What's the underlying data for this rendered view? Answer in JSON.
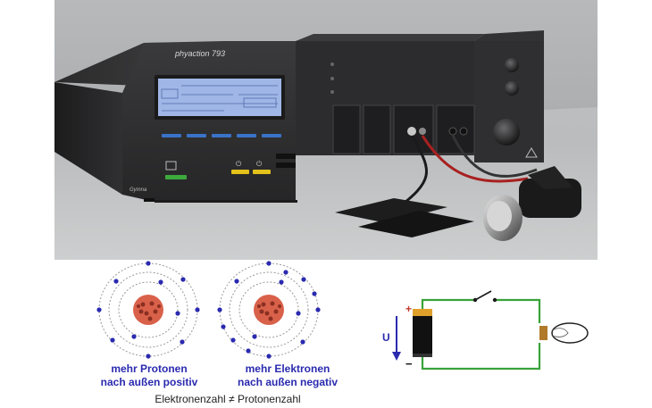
{
  "device": {
    "brand_label": "phyaction 793",
    "logo_text": "Gymna"
  },
  "atoms": [
    {
      "caption_line1": "mehr  Protonen",
      "caption_line2": "nach außen positiv"
    },
    {
      "caption_line1": "mehr Elektronen",
      "caption_line2": "nach außen negativ"
    }
  ],
  "comparison_caption": "Elektronenzahl ≠ Protonenzahl",
  "circuit": {
    "voltage_label": "U",
    "plus_sign": "+",
    "minus_sign": "−",
    "wire_color": "#3aa23a",
    "voltage_arrow_color": "#2a2ab0"
  },
  "colors": {
    "caption_blue": "#2a2ab0",
    "lcd_blue": "#9fb6e6",
    "nucleus": "#d9614a",
    "electron": "#2a2ab0"
  }
}
